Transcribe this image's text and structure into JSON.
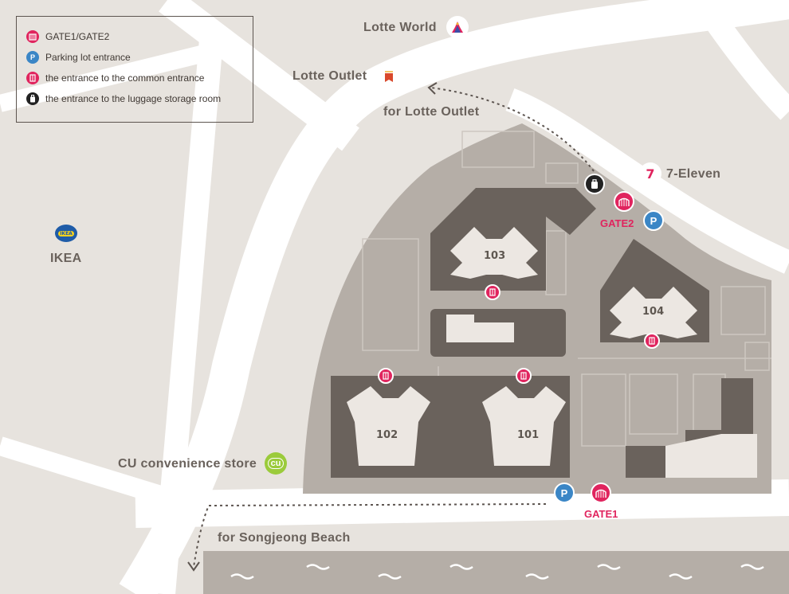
{
  "legend": {
    "items": [
      {
        "label": "GATE1/GATE2",
        "icon": "gate-icon",
        "color": "#e0245e"
      },
      {
        "label": "Parking lot entrance",
        "icon": "parking-icon",
        "color": "#3b86c6"
      },
      {
        "label": "the entrance to the common entrance",
        "icon": "door-icon",
        "color": "#e0245e"
      },
      {
        "label": "the entrance to the luggage storage room",
        "icon": "luggage-icon",
        "color": "#222222"
      }
    ]
  },
  "places": {
    "lotte_world": "Lotte World",
    "lotte_outlet": "Lotte Outlet",
    "for_lotte_outlet": "for Lotte Outlet",
    "seven_eleven": "7-Eleven",
    "ikea": "IKEA",
    "cu": "CU convenience store",
    "for_songjeong": "for Songjeong Beach"
  },
  "buildings": {
    "b101": "101",
    "b102": "102",
    "b103": "103",
    "b104": "104"
  },
  "gates": {
    "gate1": "GATE1",
    "gate2": "GATE2"
  },
  "parking_symbol": "P",
  "logos": {
    "ikea": "IKEA",
    "cu": "cu",
    "seven_eleven": "7"
  },
  "colors": {
    "background": "#e7e3de",
    "road": "#ffffff",
    "site": "#b5aea7",
    "building": "#6a625c",
    "building_core": "#ece7e2",
    "gate": "#e0245e",
    "parking": "#3b86c6",
    "luggage": "#222222"
  }
}
